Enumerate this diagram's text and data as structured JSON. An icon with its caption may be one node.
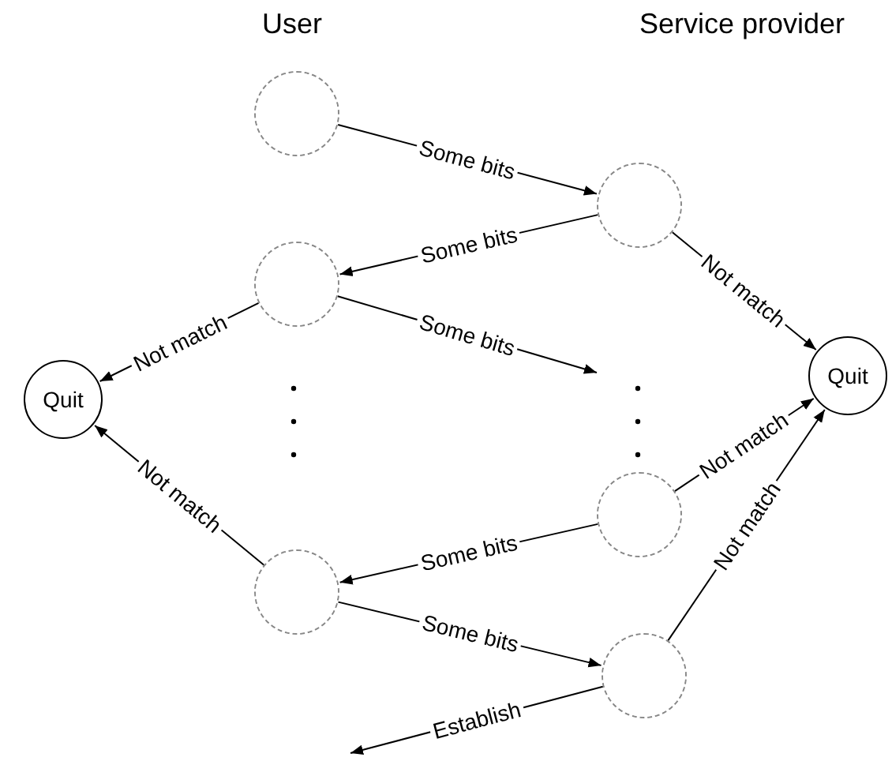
{
  "diagram": {
    "nodes": [
      {
        "text": [],
        "shape": "circle"
      },
      {
        "text": [],
        "shape": "circle"
      },
      {
        "text": [],
        "shape": "circle"
      },
      {
        "text": [],
        "shape": "circle"
      },
      {
        "text": [],
        "shape": "circle"
      },
      {
        "text": [],
        "shape": "circle"
      },
      {
        "text": [
          "Quit"
        ]
      },
      {
        "text": [
          "Quit"
        ]
      }
    ],
    "edges": [
      {
        "from": 0,
        "to": 1,
        "arrow": "to",
        "label": "Some bits"
      },
      {
        "from": 1,
        "to": 2,
        "arrow": "to",
        "label": "Some bits"
      },
      {
        "from": 2,
        "to": null,
        "arrow": "to",
        "label": "Some bits"
      },
      {
        "from": 2,
        "to": 6,
        "arrow": "to",
        "label": "Not match"
      },
      {
        "from": 1,
        "to": 7,
        "arrow": "to",
        "label": "Not match"
      },
      {
        "from": 3,
        "to": 7,
        "arrow": "to",
        "label": "Not match"
      },
      {
        "from": 5,
        "to": 7,
        "arrow": "to",
        "label": "Not match"
      },
      {
        "from": 3,
        "to": 4,
        "arrow": "to",
        "label": "Some bits"
      },
      {
        "from": 4,
        "to": 5,
        "arrow": "to",
        "label": "Some bits"
      },
      {
        "from": 5,
        "to": null,
        "arrow": "to",
        "label": "Establish"
      },
      {
        "from": 4,
        "to": 6,
        "arrow": "to",
        "label": "Not match"
      }
    ],
    "labels": [
      "User",
      "Service provider"
    ]
  }
}
